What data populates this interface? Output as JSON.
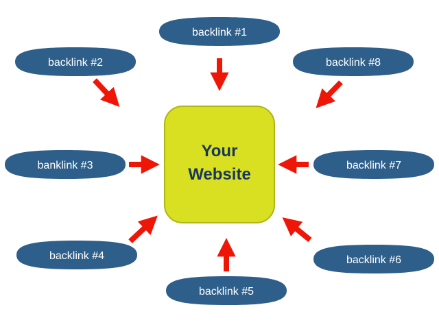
{
  "diagram": {
    "center": {
      "line1": "Your",
      "line2": "Website"
    },
    "nodes": [
      {
        "label": "backlink #1"
      },
      {
        "label": "backlink #2"
      },
      {
        "label": "banklink #3"
      },
      {
        "label": "backlink #4"
      },
      {
        "label": "backlink #5"
      },
      {
        "label": "backlink #6"
      },
      {
        "label": "backlink #7"
      },
      {
        "label": "backlink #8"
      }
    ],
    "colors": {
      "background": "#ffffff",
      "node_fill": "#2e5f8b",
      "node_text": "#ffffff",
      "center_fill": "#d9e021",
      "center_stroke": "#aeb618",
      "center_text": "#17365d",
      "arrow": "#ee1607"
    }
  }
}
